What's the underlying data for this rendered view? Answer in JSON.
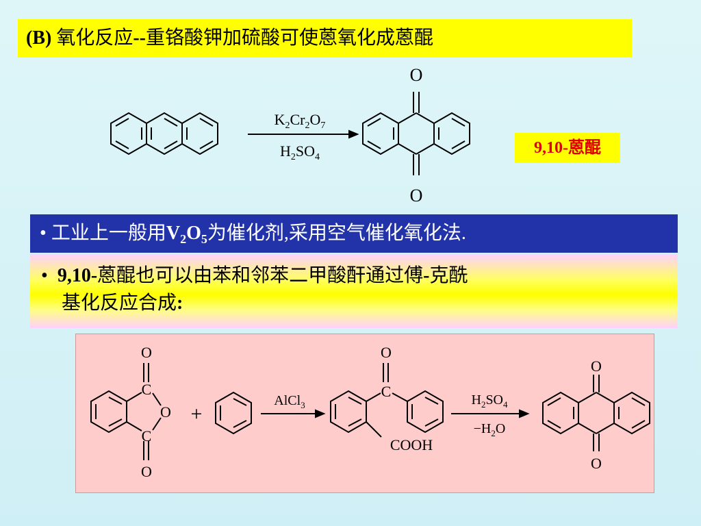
{
  "title": {
    "prefix": "(B)",
    "text_1": " 氧化反应",
    "sep": "--",
    "text_2": "重铬酸钾加硫酸可使蒽氧化成蒽醌"
  },
  "reaction1": {
    "reagent_top": {
      "K": "K",
      "sub1": "2",
      "Cr": "Cr",
      "sub2": "2",
      "O": "O",
      "sub3": "7"
    },
    "reagent_bottom": {
      "H": "H",
      "sub1": "2",
      "SO": "SO",
      "sub2": "4"
    },
    "product_atom_top": "O",
    "product_atom_bottom": "O"
  },
  "product_label": "9,10-蒽醌",
  "bullet1": {
    "marker": "•",
    "text_1": " 工业上一般用",
    "V": "V",
    "sub1": "2",
    "O": "O",
    "sub2": "5",
    "text_2": "为催化剂,采用空气催化氧化法."
  },
  "bullet2": {
    "marker": "•",
    "num": "9,10-",
    "text_1": "蒽醌也可以由苯和邻苯二甲酸酐通过傅",
    "dash": "-",
    "text_2": "克酰",
    "line2": "基化反应合成",
    "colon": ":"
  },
  "reaction2": {
    "anhydride": {
      "o_top": "O",
      "c_top": "C",
      "o_ring": "O",
      "c_bottom": "C",
      "o_bottom": "O"
    },
    "plus": "+",
    "reagent1": {
      "Al": "AlCl",
      "sub": "3"
    },
    "intermediate": {
      "o": "O",
      "c": "C",
      "cooh": "COOH"
    },
    "reagent2_top": {
      "H": "H",
      "sub1": "2",
      "SO": "SO",
      "sub2": "4"
    },
    "reagent2_bottom": {
      "minus": "−H",
      "sub": "2",
      "O": "O"
    },
    "product": {
      "o_top": "O",
      "o_bottom": "O"
    }
  },
  "colors": {
    "yellow": "#ffff00",
    "blue": "#2233aa",
    "red": "#e00000",
    "pink": "#ffcccc"
  }
}
